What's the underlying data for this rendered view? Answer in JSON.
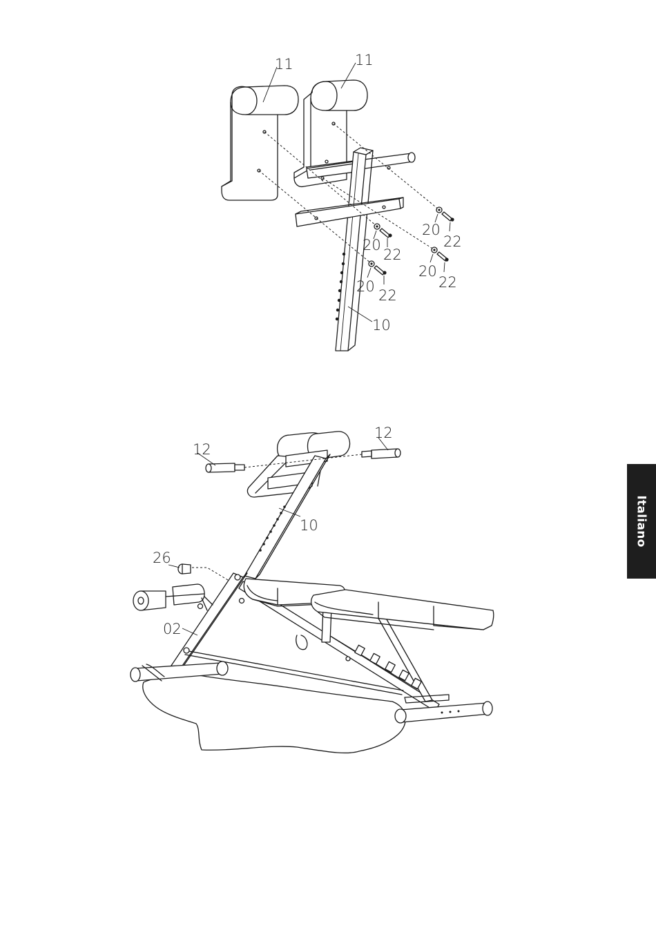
{
  "language_tab": {
    "label": "Italiano",
    "background": "#1e1e1e",
    "text_color": "#ffffff"
  },
  "diagram_top": {
    "callouts": {
      "pad_left": "11",
      "pad_right": "11",
      "washer_a": "20",
      "bolt_a": "22",
      "washer_b": "20",
      "bolt_b": "22",
      "washer_c": "20",
      "bolt_c": "22",
      "washer_d": "20",
      "bolt_d": "22",
      "tube": "10"
    }
  },
  "diagram_bottom": {
    "callouts": {
      "pin_left": "12",
      "pin_right": "12",
      "tube": "10",
      "knob": "26",
      "frame": "02"
    }
  }
}
